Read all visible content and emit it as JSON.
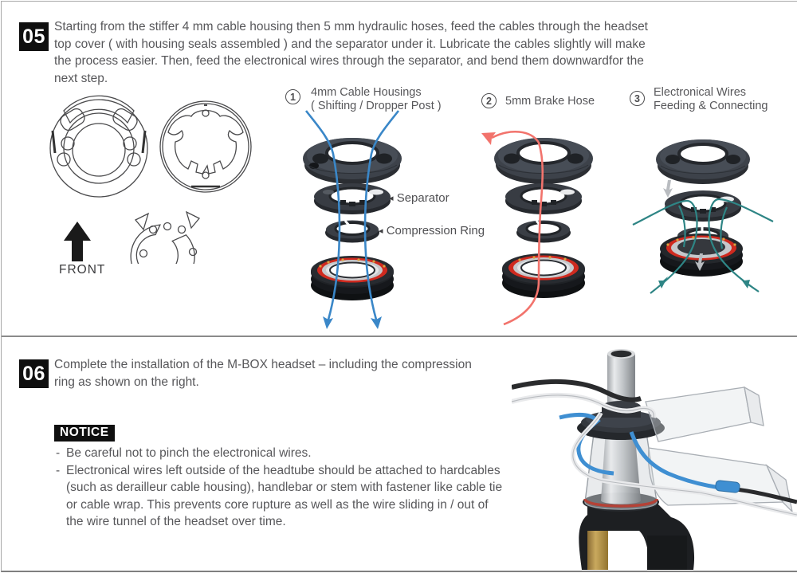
{
  "step05": {
    "number": "05",
    "paragraph": "Starting from the stiffer 4 mm cable housing then 5 mm hydraulic hoses, feed the cables through the headset top cover ( with housing seals assembled ) and the separator under it. Lubricate the cables slightly will make the process easier. Then, feed the electronical wires through the separator, and bend them downwardfor the next step.",
    "front_label": "FRONT",
    "diagrams": [
      {
        "num": "1",
        "label_line1": "4mm Cable Housings",
        "label_line2": "( Shifting / Dropper Post )"
      },
      {
        "num": "2",
        "label_line1": "5mm Brake Hose",
        "label_line2": ""
      },
      {
        "num": "3",
        "label_line1": "Electronical Wires",
        "label_line2": "Feeding & Connecting"
      }
    ],
    "callout_separator_marker": "◂",
    "callout_separator": "Separator",
    "callout_compression_marker": "◂",
    "callout_compression": "Compression Ring"
  },
  "step06": {
    "number": "06",
    "paragraph": "Complete the installation of the M-BOX headset – including the compression ring  as shown on the right.",
    "notice_label": "NOTICE",
    "bullet_marker": "-",
    "notice_items": [
      "Be careful not to pinch the electronical wires.",
      "Electronical wires left outside of the headtube should be attached to hardcables (such as derailleur cable housing), handlebar or stem with fastener like cable tie or cable wrap. This prevents core rupture as well as the wire sliding in / out of the wire tunnel of the headset over time."
    ]
  },
  "colors": {
    "cable_blue": "#3a87c8",
    "hose_red": "#f2736c",
    "wire_teal": "#2e8585",
    "bearing_seal_red": "#cf2a1f",
    "badge_black": "#0f0f0f",
    "text_gray": "#57575a"
  }
}
